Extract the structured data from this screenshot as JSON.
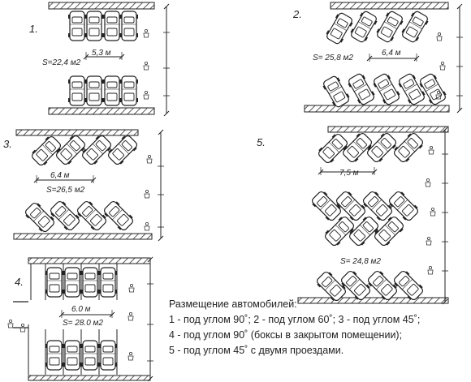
{
  "schemes": [
    {
      "number": "1.",
      "area": "S=22,4 м2",
      "dimension": "5,3 м"
    },
    {
      "number": "2.",
      "area": "S= 25,8 м2",
      "dimension": "6,4 м"
    },
    {
      "number": "3.",
      "area": "S=26,5 м2",
      "dimension": "6,4 м"
    },
    {
      "number": "4.",
      "area": "S= 28.0 м2",
      "dimension": "6.0 м"
    },
    {
      "number": "5.",
      "area": "S= 24,8 м2",
      "dimension": "7,5 м"
    }
  ],
  "legend": {
    "title": "Размещение автомобилей:",
    "line1": "1 -   под углом 90˚; 2 - под углом 60˚; 3 - под углом 45˚;",
    "line2": "4 - под углом 90˚ (боксы в закрытом помещении);",
    "line3": "5 - под углом 45˚ с двумя проездами."
  }
}
